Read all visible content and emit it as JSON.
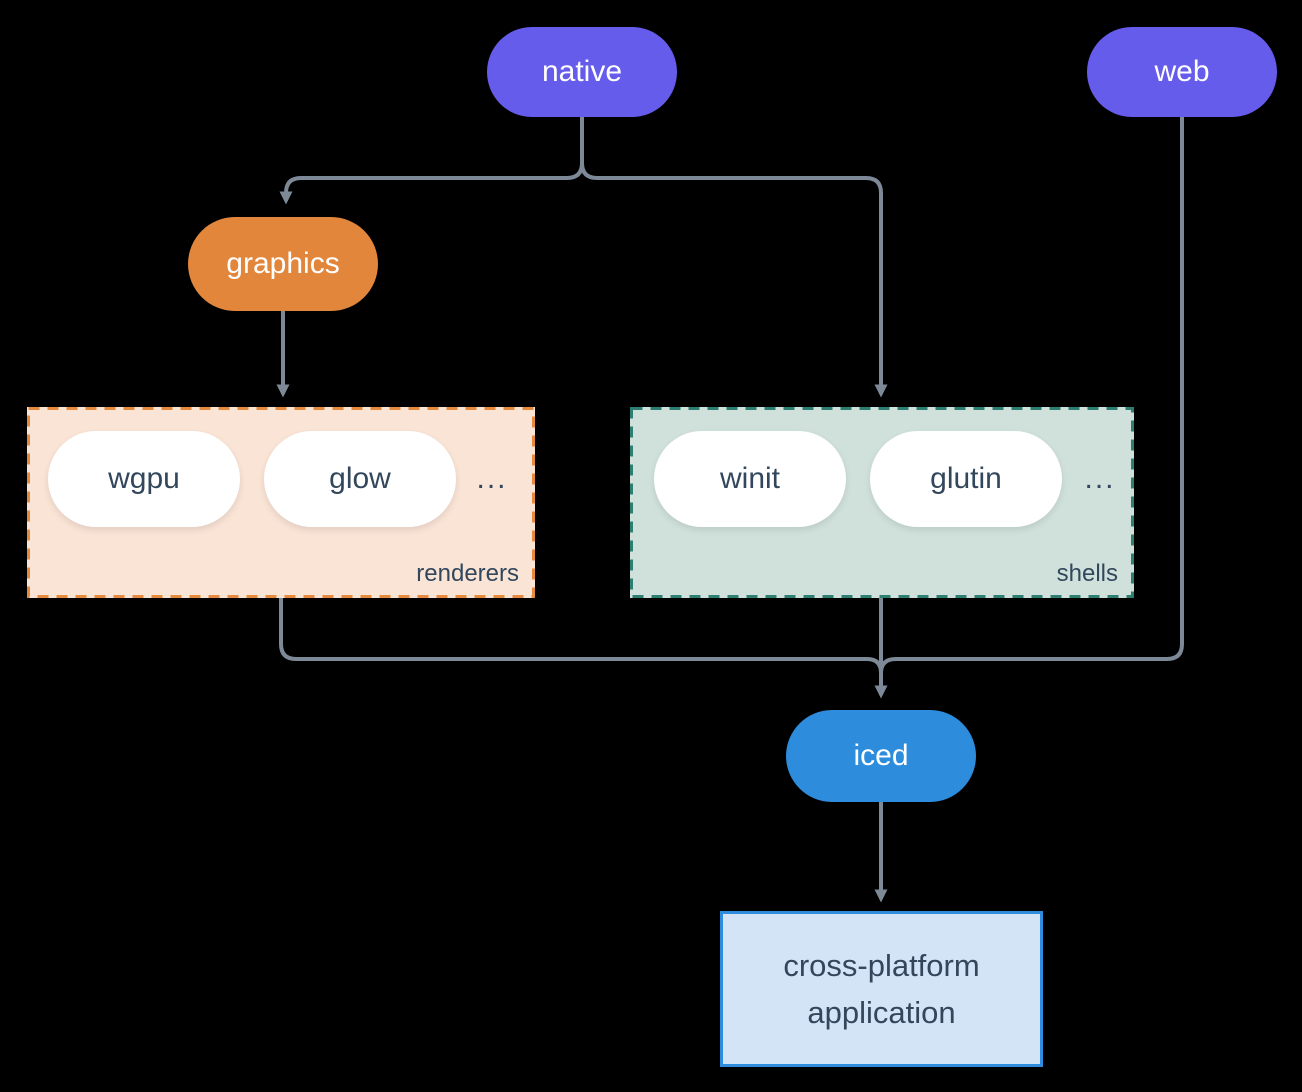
{
  "diagram": {
    "background": "#000000",
    "connector_color": "#7D8997"
  },
  "nodes": {
    "native": {
      "label": "native",
      "color": "#665CEC",
      "text_color": "#FFFFFF"
    },
    "web": {
      "label": "web",
      "color": "#665CEC",
      "text_color": "#FFFFFF"
    },
    "graphics": {
      "label": "graphics",
      "color": "#E2863C",
      "text_color": "#FFFFFF"
    },
    "iced": {
      "label": "iced",
      "color": "#2D8CDB",
      "text_color": "#FFFFFF"
    },
    "application": {
      "label_lines": [
        "cross-platform",
        "application"
      ],
      "background": "#D2E4F6",
      "border_color": "#2F8BDC",
      "text_color": "#33475C"
    }
  },
  "groups": {
    "renderers": {
      "label": "renderers",
      "items": [
        "wgpu",
        "glow"
      ],
      "ellipsis": "...",
      "background": "#FAE4D6",
      "border_color": "#E58A3E",
      "item_text_color": "#33475C"
    },
    "shells": {
      "label": "shells",
      "items": [
        "winit",
        "glutin"
      ],
      "ellipsis": "...",
      "background": "#D0E1DC",
      "border_color": "#2D7F72",
      "item_text_color": "#33475C"
    }
  },
  "edges": [
    {
      "from": "native",
      "to": "graphics"
    },
    {
      "from": "native",
      "to": "shells"
    },
    {
      "from": "graphics",
      "to": "renderers"
    },
    {
      "from": "renderers",
      "to": "iced"
    },
    {
      "from": "shells",
      "to": "iced"
    },
    {
      "from": "web",
      "to": "iced"
    },
    {
      "from": "iced",
      "to": "application"
    }
  ]
}
